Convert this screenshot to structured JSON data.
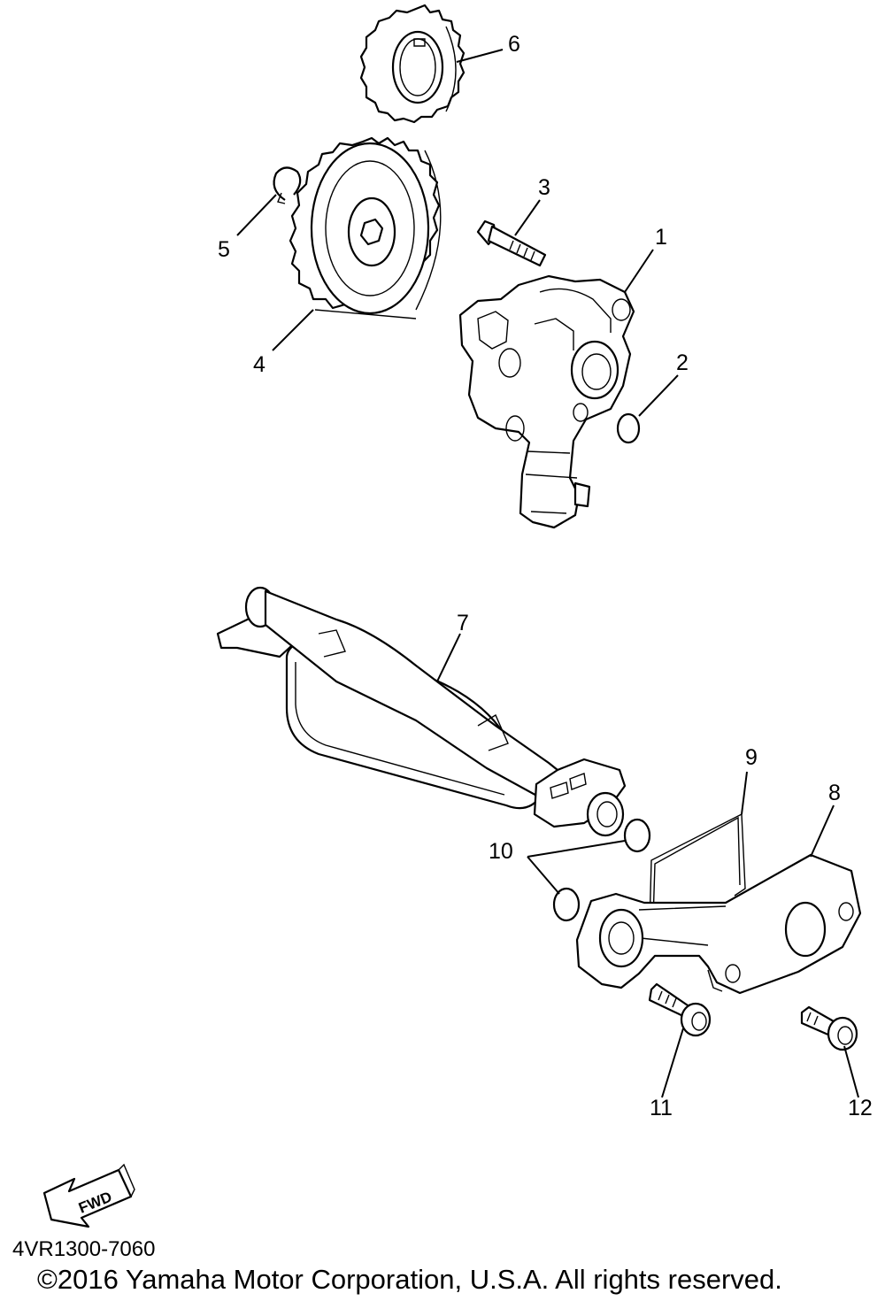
{
  "diagram": {
    "callouts": [
      "1",
      "2",
      "3",
      "4",
      "5",
      "6",
      "7",
      "8",
      "9",
      "10",
      "11",
      "12"
    ],
    "fwd_label": "FWD"
  },
  "footer": {
    "diagram_code": "4VR1300-7060",
    "copyright": "©2016 Yamaha Motor Corporation, U.S.A. All rights reserved."
  }
}
